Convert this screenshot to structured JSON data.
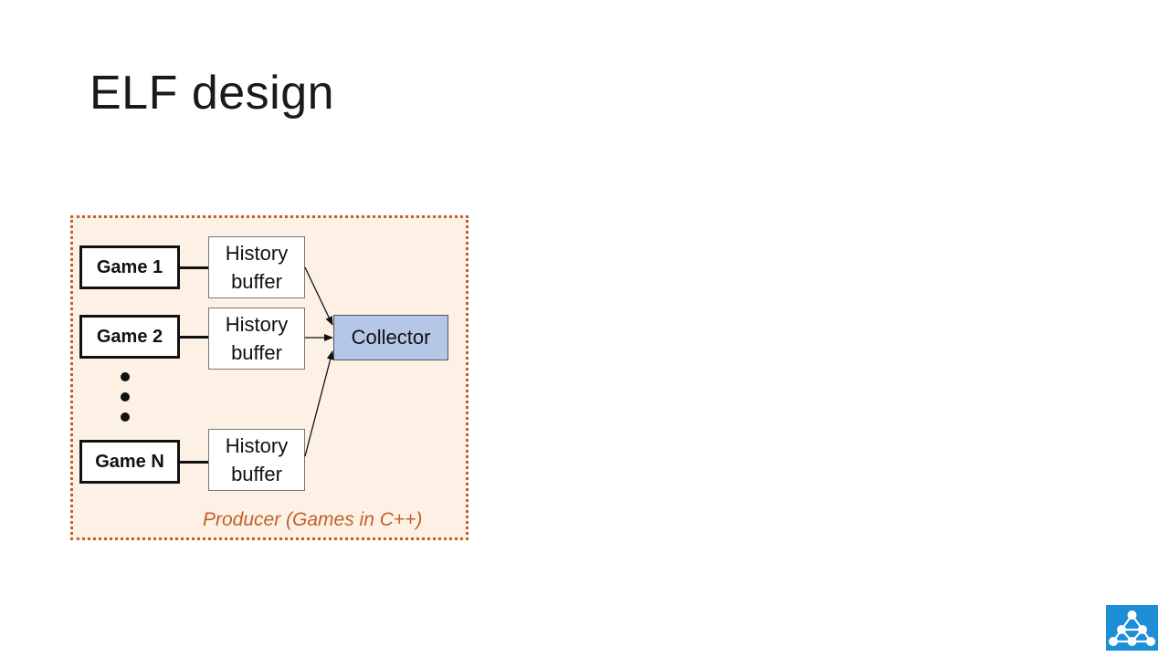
{
  "slide": {
    "title": "ELF design"
  },
  "diagram": {
    "region_label": "Producer (Games in C++)",
    "games": [
      "Game 1",
      "Game 2",
      "Game N"
    ],
    "buffers": [
      {
        "line1": "History",
        "line2": "buffer"
      },
      {
        "line1": "History",
        "line2": "buffer"
      },
      {
        "line1": "History",
        "line2": "buffer"
      }
    ],
    "collector": "Collector"
  },
  "colors": {
    "region_border": "#c0602a",
    "region_fill": "#fdf1e6",
    "collector_fill": "#b4c7e7",
    "logo": "#1e8fd6"
  },
  "icons": {
    "ellipsis": "vertical-dots-icon",
    "logo": "network-triangle-logo-icon"
  }
}
